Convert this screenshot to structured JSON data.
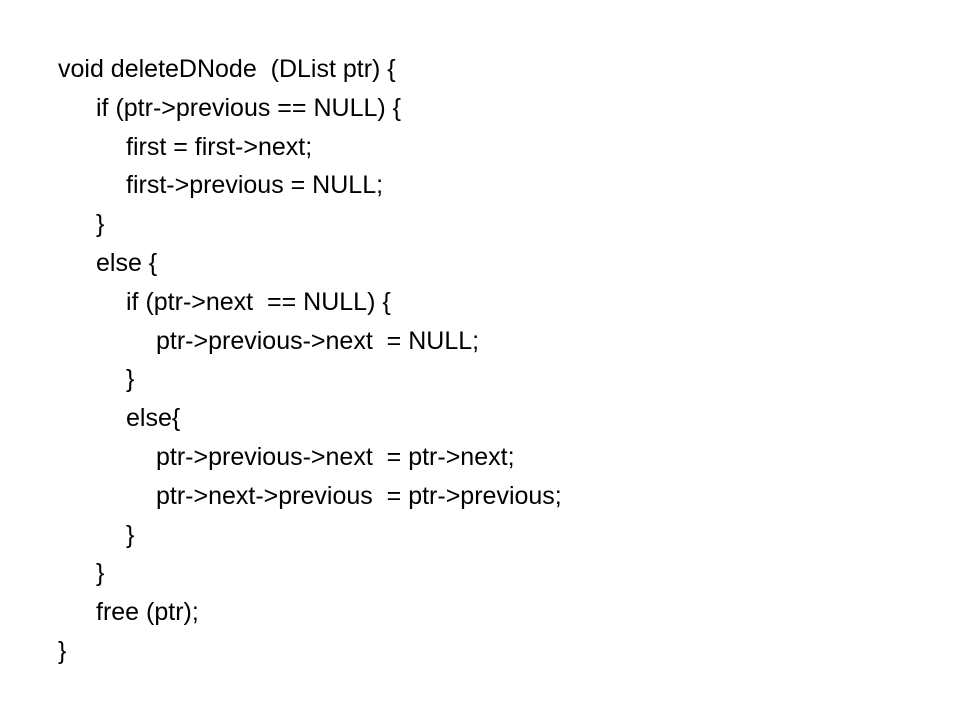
{
  "code_lines": [
    {
      "indent": 0,
      "text": "void deleteDNode  (DList ptr) {"
    },
    {
      "indent": 1,
      "text": "if (ptr->previous == NULL) {"
    },
    {
      "indent": 2,
      "text": "first = first->next;"
    },
    {
      "indent": 2,
      "text": "first->previous = NULL;"
    },
    {
      "indent": 1,
      "text": "}"
    },
    {
      "indent": 1,
      "text": "else {"
    },
    {
      "indent": 2,
      "text": "if (ptr->next  == NULL) {"
    },
    {
      "indent": 3,
      "text": "ptr->previous->next  = NULL;"
    },
    {
      "indent": 2,
      "text": "}"
    },
    {
      "indent": 2,
      "text": "else{"
    },
    {
      "indent": 3,
      "text": "ptr->previous->next  = ptr->next;"
    },
    {
      "indent": 3,
      "text": "ptr->next->previous  = ptr->previous;"
    },
    {
      "indent": 2,
      "text": "}"
    },
    {
      "indent": 1,
      "text": "}"
    },
    {
      "indent": 1,
      "text": "free (ptr);"
    },
    {
      "indent": 0,
      "text": "}"
    }
  ]
}
